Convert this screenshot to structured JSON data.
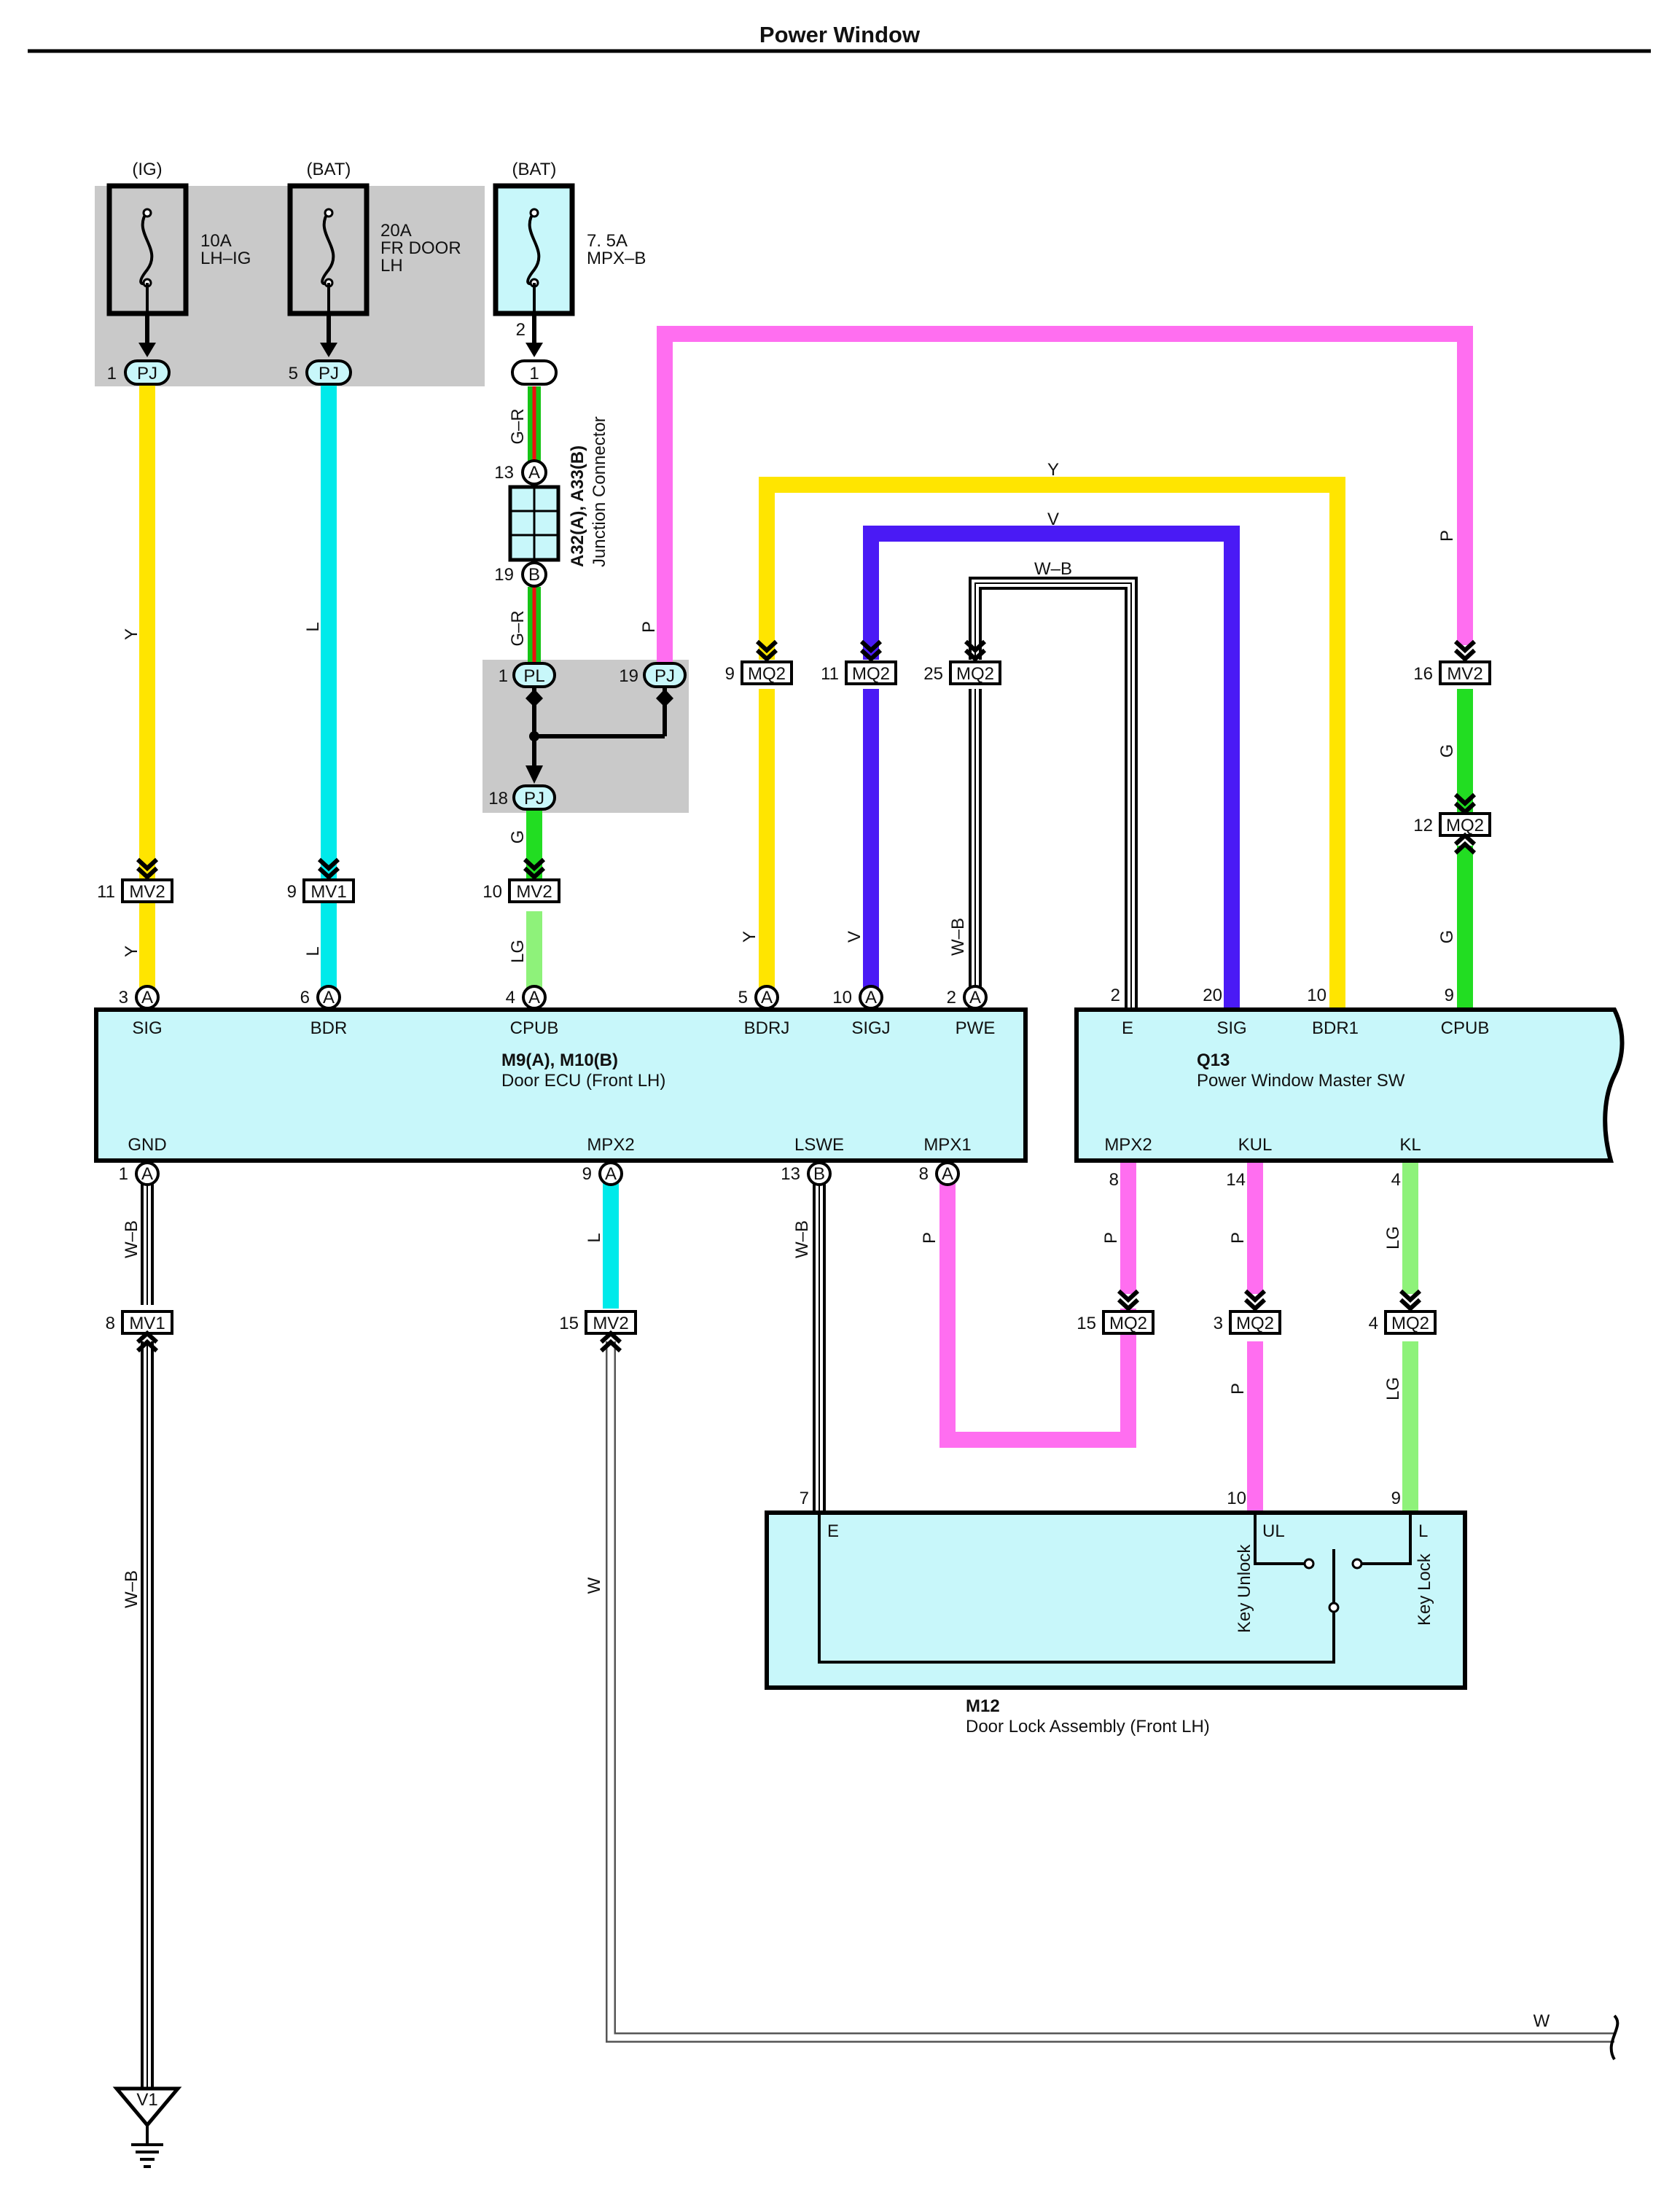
{
  "title": "Power Window",
  "colors": {
    "Y": "#ffe500",
    "L": "#00eaea",
    "P": "#ff6ef0",
    "V": "#4a1af5",
    "G": "#22dd22",
    "LG": "#8ef27a",
    "GR_green": "#16c416",
    "GR_red": "#ee1010",
    "box_fill": "#c8f7fa",
    "shade": "#c9c9c9"
  },
  "fuses": [
    {
      "source": "(IG)",
      "rating": "10A",
      "name": "LH–IG",
      "name2": "",
      "pin": "1",
      "conn": "PJ"
    },
    {
      "source": "(BAT)",
      "rating": "20A",
      "name": "FR DOOR",
      "name2": "LH",
      "pin": "5",
      "conn": "PJ"
    },
    {
      "source": "(BAT)",
      "rating": "7. 5A",
      "name": "MPX–B",
      "name2": "",
      "pin": "2",
      "conn": "1"
    }
  ],
  "junction": {
    "id": "A32(A), A33(B)",
    "name": "Junction Connector",
    "pin_a": "13",
    "pin_b": "19",
    "label_a": "A",
    "label_b": "B"
  },
  "wire_labels": {
    "Y": "Y",
    "L": "L",
    "P": "P",
    "V": "V",
    "G": "G",
    "LG": "LG",
    "GR": "G–R",
    "WB": "W–B",
    "W": "W"
  },
  "pl_node": {
    "pin1": "1",
    "conn1": "PL",
    "pin19": "19",
    "conn19": "PJ",
    "pin18": "18",
    "conn18": "PJ"
  },
  "door_ecu": {
    "id": "M9(A), M10(B)",
    "name": "Door ECU (Front LH)",
    "top_pins": [
      {
        "num": "3",
        "conn": "A",
        "label": "SIG"
      },
      {
        "num": "6",
        "conn": "A",
        "label": "BDR"
      },
      {
        "num": "4",
        "conn": "A",
        "label": "CPUB"
      },
      {
        "num": "5",
        "conn": "A",
        "label": "BDRJ"
      },
      {
        "num": "10",
        "conn": "A",
        "label": "SIGJ"
      },
      {
        "num": "2",
        "conn": "A",
        "label": "PWE"
      }
    ],
    "bottom_pins": [
      {
        "num": "1",
        "conn": "A",
        "label": "GND"
      },
      {
        "num": "9",
        "conn": "A",
        "label": "MPX2"
      },
      {
        "num": "13",
        "conn": "B",
        "label": "LSWE"
      },
      {
        "num": "8",
        "conn": "A",
        "label": "MPX1"
      }
    ]
  },
  "master_sw": {
    "id": "Q13",
    "name": "Power Window Master SW",
    "top_pins": [
      {
        "num": "2",
        "label": "E"
      },
      {
        "num": "20",
        "label": "SIG"
      },
      {
        "num": "10",
        "label": "BDR1"
      },
      {
        "num": "9",
        "label": "CPUB"
      }
    ],
    "bottom_pins": [
      {
        "num": "8",
        "label": "MPX2"
      },
      {
        "num": "14",
        "label": "KUL"
      },
      {
        "num": "4",
        "label": "KL"
      }
    ]
  },
  "door_lock": {
    "id": "M12",
    "name": "Door Lock Assembly (Front LH)",
    "pins": [
      {
        "num": "7",
        "label": "E"
      },
      {
        "num": "10",
        "label": "UL"
      },
      {
        "num": "9",
        "label": "L"
      }
    ],
    "key_unlock": "Key Unlock",
    "key_lock": "Key Lock"
  },
  "connectors": {
    "mv2_11": {
      "pin": "11",
      "name": "MV2"
    },
    "mv1_9": {
      "pin": "9",
      "name": "MV1"
    },
    "mv2_10": {
      "pin": "10",
      "name": "MV2"
    },
    "mq2_9": {
      "pin": "9",
      "name": "MQ2"
    },
    "mq2_11": {
      "pin": "11",
      "name": "MQ2"
    },
    "mq2_25": {
      "pin": "25",
      "name": "MQ2"
    },
    "mv2_16": {
      "pin": "16",
      "name": "MV2"
    },
    "mq2_12": {
      "pin": "12",
      "name": "MQ2"
    },
    "mv1_8": {
      "pin": "8",
      "name": "MV1"
    },
    "mv2_15": {
      "pin": "15",
      "name": "MV2"
    },
    "mq2_15": {
      "pin": "15",
      "name": "MQ2"
    },
    "mq2_3": {
      "pin": "3",
      "name": "MQ2"
    },
    "mq2_4": {
      "pin": "4",
      "name": "MQ2"
    }
  },
  "ground": "V1"
}
